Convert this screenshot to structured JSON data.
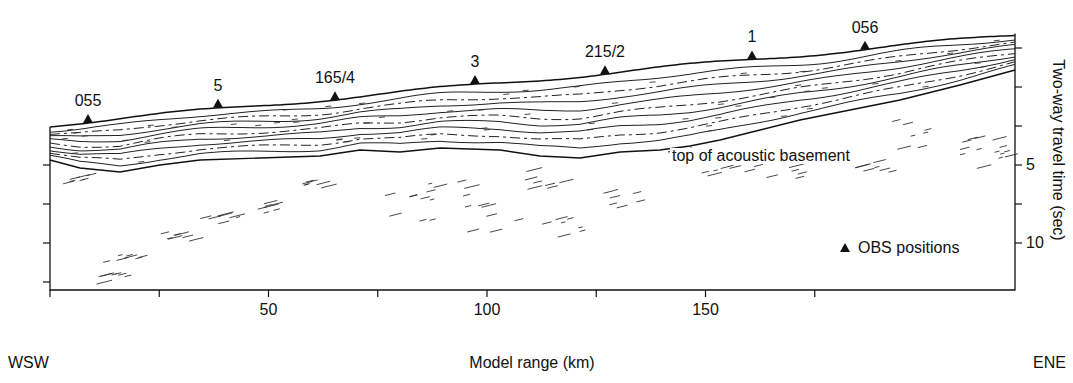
{
  "diagram": {
    "labels": [
      "055",
      "5",
      "165/4",
      "3",
      "215/2",
      "1",
      "056",
      "top of acoustic basement",
      "50",
      "100",
      "150",
      "WSW",
      "Model range (km)",
      "ENE",
      "Two-way travel time (sec)",
      "5",
      "10"
    ],
    "legend": [
      {
        "text": "OBS positions"
      }
    ]
  }
}
